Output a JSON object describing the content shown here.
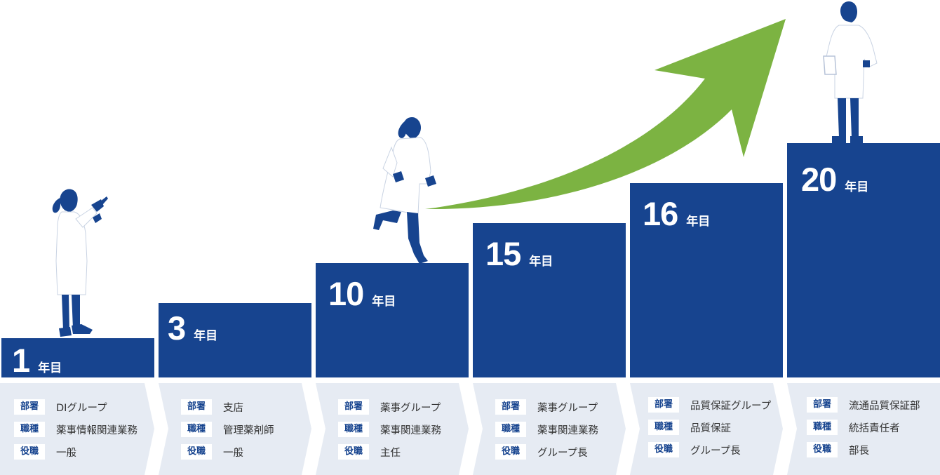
{
  "accent_color": "#17448f",
  "arrow_color": "#7cb342",
  "panel_color": "#e6ebf3",
  "figure_icons": [
    "scientist-holding-pipette-icon",
    "scientist-running-icon",
    "scientist-standing-icon"
  ],
  "arrow_icon": "growth-arrow-icon",
  "steps": [
    {
      "year": "1",
      "unit": "年目",
      "rows": [
        {
          "label": "部署",
          "value": "DIグループ"
        },
        {
          "label": "職種",
          "value": "薬事情報関連業務"
        },
        {
          "label": "役職",
          "value": "一般"
        }
      ]
    },
    {
      "year": "3",
      "unit": "年目",
      "rows": [
        {
          "label": "部署",
          "value": "支店"
        },
        {
          "label": "職種",
          "value": "管理薬剤師"
        },
        {
          "label": "役職",
          "value": "一般"
        }
      ]
    },
    {
      "year": "10",
      "unit": "年目",
      "rows": [
        {
          "label": "部署",
          "value": "薬事グループ"
        },
        {
          "label": "職種",
          "value": "薬事関連業務"
        },
        {
          "label": "役職",
          "value": "主任"
        }
      ]
    },
    {
      "year": "15",
      "unit": "年目",
      "rows": [
        {
          "label": "部署",
          "value": "薬事グループ"
        },
        {
          "label": "職種",
          "value": "薬事関連業務"
        },
        {
          "label": "役職",
          "value": "グループ長"
        }
      ]
    },
    {
      "year": "16",
      "unit": "年目",
      "rows": [
        {
          "label": "部署",
          "value": "品質保証グループ"
        },
        {
          "label": "職種",
          "value": "品質保証"
        },
        {
          "label": "役職",
          "value": "グループ長"
        }
      ]
    },
    {
      "year": "20",
      "unit": "年目",
      "rows": [
        {
          "label": "部署",
          "value": "流通品質保証部"
        },
        {
          "label": "職種",
          "value": "統括責任者"
        },
        {
          "label": "役職",
          "value": "部長"
        }
      ]
    }
  ]
}
